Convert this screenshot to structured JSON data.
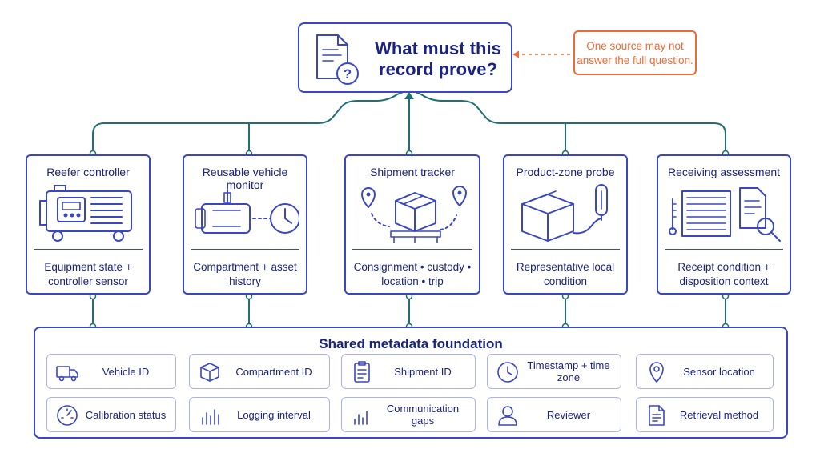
{
  "question": {
    "title": "What must this record prove?"
  },
  "callout": {
    "text": "One source may not answer the full question."
  },
  "sources": [
    {
      "title": "Reefer controller",
      "description": "Equipment state + controller sensor"
    },
    {
      "title": "Reusable vehicle monitor",
      "description": "Compartment + asset history"
    },
    {
      "title": "Shipment tracker",
      "description": "Consignment • custody • location • trip"
    },
    {
      "title": "Product-zone probe",
      "description": "Representative local condition"
    },
    {
      "title": "Receiving assessment",
      "description": "Receipt condition + disposition context"
    }
  ],
  "foundation": {
    "title": "Shared metadata foundation",
    "items": [
      {
        "label": "Vehicle ID",
        "icon": "truck-icon"
      },
      {
        "label": "Compartment ID",
        "icon": "box-icon"
      },
      {
        "label": "Shipment ID",
        "icon": "clipboard-icon"
      },
      {
        "label": "Timestamp + time zone",
        "icon": "clock-icon"
      },
      {
        "label": "Sensor location",
        "icon": "location-pin-icon"
      },
      {
        "label": "Calibration status",
        "icon": "gauge-icon"
      },
      {
        "label": "Logging interval",
        "icon": "bar-chart-icon"
      },
      {
        "label": "Communication gaps",
        "icon": "signal-bars-icon"
      },
      {
        "label": "Reviewer",
        "icon": "person-icon"
      },
      {
        "label": "Retrieval method",
        "icon": "document-icon"
      }
    ]
  },
  "colors": {
    "primary": "#3a47c2",
    "text": "#1a237e",
    "connector": "#1f6f78",
    "callout": "#f06a35"
  }
}
